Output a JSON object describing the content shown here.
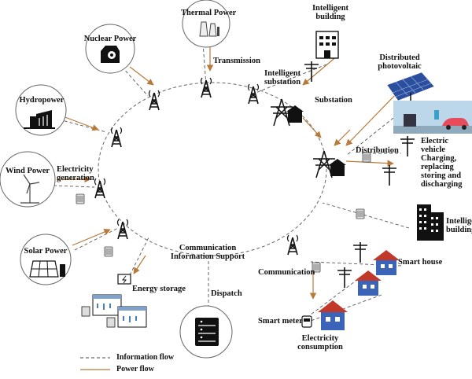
{
  "nodes": {
    "thermal_power": "Thermal Power",
    "nuclear_power": "Nuclear Power",
    "hydropower": "Hydropower",
    "wind_power": "Wind Power",
    "solar_power": "Solar Power",
    "intelligent_building_top": "Intelligent building",
    "distributed_pv": "Distributed photovoltaic",
    "intelligent_building_right": "Intelligent building",
    "smart_house": "Smart house",
    "smart_meter": "Smart meter",
    "energy_storage": "Energy storage"
  },
  "flows": {
    "transmission": "Transmission",
    "intelligent_substation": "Intelligent substation",
    "substation": "Substation",
    "distribution": "Distribution",
    "electric_vehicle": "Electric vehicle Charging, replacing storing and discharging",
    "electricity_generation": "Electricity generation",
    "communication_support": "Communication Information Support",
    "communication": "Communication",
    "dispatch": "Dispatch",
    "electricity_consumption": "Electricity consumption"
  },
  "legend": {
    "information_flow": "Information flow",
    "power_flow": "Power flow"
  },
  "colors": {
    "power_flow": "#b87a3a",
    "info_flow": "#555555",
    "ring": "#666666",
    "building_blue": "#3b63b8",
    "house_roof": "#c0392b",
    "pv_blue": "#2b4f9e",
    "ev_bg": "#bcd6ea"
  }
}
